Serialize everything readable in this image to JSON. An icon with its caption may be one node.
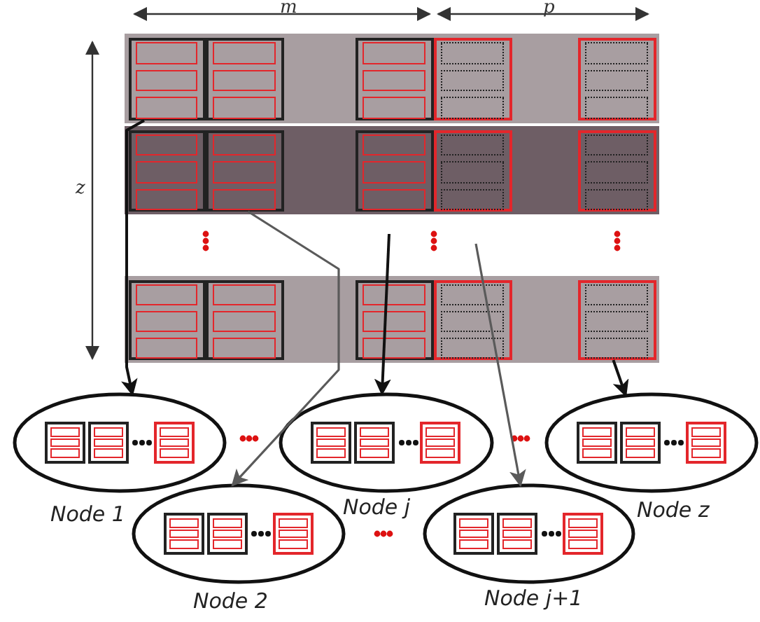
{
  "diagram": {
    "nodes": [
      {
        "text": [],
        "shape": "bar"
      },
      {
        "text": [],
        "shape": "box",
        "in": 0
      },
      {
        "text": [],
        "shape": "box",
        "in": 0
      },
      {
        "text": [],
        "shape": "box",
        "in": 0
      },
      {
        "text": [],
        "shape": "box",
        "in": 0
      },
      {
        "text": [],
        "shape": "box",
        "in": 0
      },
      {
        "text": [],
        "shape": "bar"
      },
      {
        "text": [],
        "shape": "box",
        "in": 6
      },
      {
        "text": [],
        "shape": "box",
        "in": 6
      },
      {
        "text": [],
        "shape": "box",
        "in": 6
      },
      {
        "text": [],
        "shape": "box",
        "in": 6
      },
      {
        "text": [],
        "shape": "box",
        "in": 6
      },
      {
        "text": [],
        "shape": "bar"
      },
      {
        "text": [],
        "shape": "box",
        "in": 12
      },
      {
        "text": [],
        "shape": "box",
        "in": 12
      },
      {
        "text": [],
        "shape": "box",
        "in": 12
      },
      {
        "text": [],
        "shape": "box",
        "in": 12
      },
      {
        "text": [],
        "shape": "box",
        "in": 12
      },
      {
        "text": [
          "Node 1"
        ]
      },
      {
        "text": [
          "Node j"
        ]
      },
      {
        "text": [
          "Node z"
        ]
      },
      {
        "text": [
          "Node 2"
        ]
      },
      {
        "text": [
          "Node j+1"
        ]
      }
    ],
    "edges": [
      {
        "from": 1,
        "to": 18,
        "arrow": "to"
      },
      {
        "from": 8,
        "to": 21,
        "arrow": "to",
        "color": "#5a5a5a"
      },
      {
        "from": null,
        "to": 19,
        "arrow": "to"
      },
      {
        "from": null,
        "to": 22,
        "arrow": "to",
        "color": "#5a5a5a"
      },
      {
        "from": 17,
        "to": 20,
        "arrow": "to"
      }
    ],
    "labels": [
      "m",
      "p",
      "z"
    ]
  }
}
